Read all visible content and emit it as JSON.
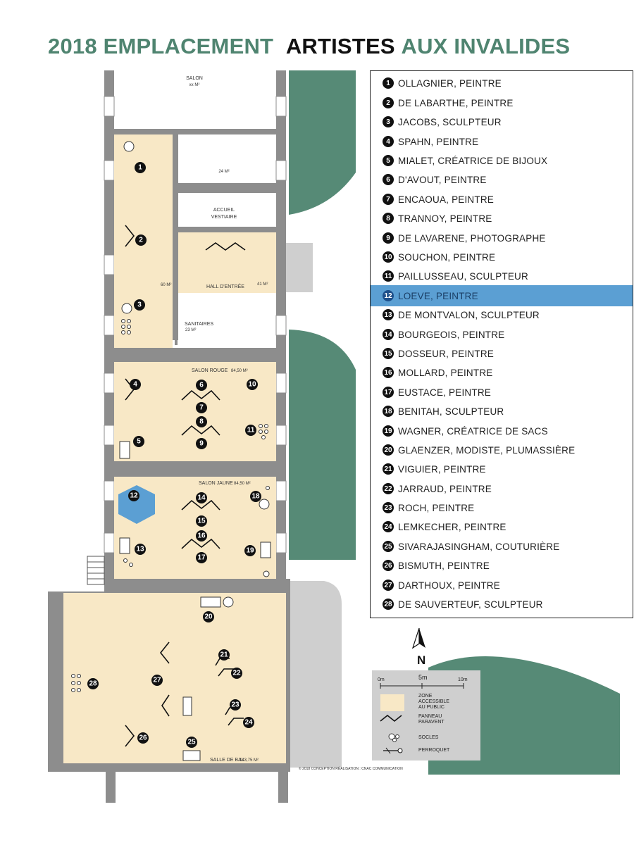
{
  "title": {
    "part1": "2018 EMPLACEMENT",
    "part2": "ARTISTES",
    "part3": "AUX INVALIDES"
  },
  "colors": {
    "title_green": "#4f8470",
    "public_zone": "#f8e8c6",
    "walls": "#8d8d8d",
    "garden": "#568a76",
    "highlight": "#5b9fd3",
    "terrace": "#cfcfcf"
  },
  "rooms": {
    "salon_top": "SALON",
    "salon_top_area": "xx M²",
    "room_area": "24 M²",
    "accueil": "ACCUEIL",
    "vestiaire": "VESTIAIRE",
    "hall": "HALL D'ENTRÉE",
    "hall_area": "41 M²",
    "corridor_area": "60 M²",
    "sanitaires": "SANITAIRES",
    "sanitaires_area": "23 M²",
    "salon_rouge": "SALON ROUGE",
    "salon_rouge_area": "84,50 M²",
    "salon_jaune": "SALON JAUNE",
    "salon_jaune_area": "84,50 M²",
    "salle_de_bal": "SALLE DE BAL",
    "salle_de_bal_area": "143,75 M²"
  },
  "legend": [
    {
      "num": "1",
      "label": "OLLAGNIER, PEINTRE"
    },
    {
      "num": "2",
      "label": "DE LABARTHE, PEINTRE"
    },
    {
      "num": "3",
      "label": "JACOBS, SCULPTEUR"
    },
    {
      "num": "4",
      "label": "SPAHN, PEINTRE"
    },
    {
      "num": "5",
      "label": "MIALET, CRÉATRICE DE BIJOUX"
    },
    {
      "num": "6",
      "label": "D'AVOUT, PEINTRE"
    },
    {
      "num": "7",
      "label": "ENCAOUA, PEINTRE"
    },
    {
      "num": "8",
      "label": "TRANNOY, PEINTRE"
    },
    {
      "num": "9",
      "label": "DE LAVARENE, PHOTOGRAPHE"
    },
    {
      "num": "10",
      "label": "SOUCHON, PEINTRE"
    },
    {
      "num": "11",
      "label": "PAILLUSSEAU, SCULPTEUR"
    },
    {
      "num": "12",
      "label": "LOEVE, PEINTRE",
      "highlighted": true
    },
    {
      "num": "13",
      "label": "DE MONTVALON, SCULPTEUR"
    },
    {
      "num": "14",
      "label": "BOURGEOIS, PEINTRE"
    },
    {
      "num": "15",
      "label": "DOSSEUR, PEINTRE"
    },
    {
      "num": "16",
      "label": "MOLLARD, PEINTRE"
    },
    {
      "num": "17",
      "label": "EUSTACE, PEINTRE"
    },
    {
      "num": "18",
      "label": "BENITAH, SCULPTEUR"
    },
    {
      "num": "19",
      "label": "WAGNER, CRÉATRICE DE SACS"
    },
    {
      "num": "20",
      "label": "GLAENZER, MODISTE, PLUMASSIÈRE"
    },
    {
      "num": "21",
      "label": "VIGUIER, PEINTRE"
    },
    {
      "num": "22",
      "label": "JARRAUD, PEINTRE"
    },
    {
      "num": "23",
      "label": "ROCH, PEINTRE"
    },
    {
      "num": "24",
      "label": "LEMKECHER, PEINTRE"
    },
    {
      "num": "25",
      "label": "SIVARAJASINGHAM, COUTURIÈRE"
    },
    {
      "num": "26",
      "label": "BISMUTH, PEINTRE"
    },
    {
      "num": "27",
      "label": "DARTHOUX, PEINTRE"
    },
    {
      "num": "28",
      "label": "DE SAUVERTEUF, SCULPTEUR"
    }
  ],
  "compass": {
    "label": "N",
    "icon": "north-arrow-icon"
  },
  "scale_legend": {
    "scale_zero": "0m",
    "scale_label": "5m",
    "scale_end": "10m",
    "zone_label": "ZONE ACCESSIBLE AU PUBLIC",
    "panel_label": "PANNEAU PARAVENT",
    "socles_label": "SOCLES",
    "perroquet_label": "PERROQUET"
  },
  "credit": "© 2018 CONCEPTION RÉALISATION : CNAC COMMUNICATION"
}
